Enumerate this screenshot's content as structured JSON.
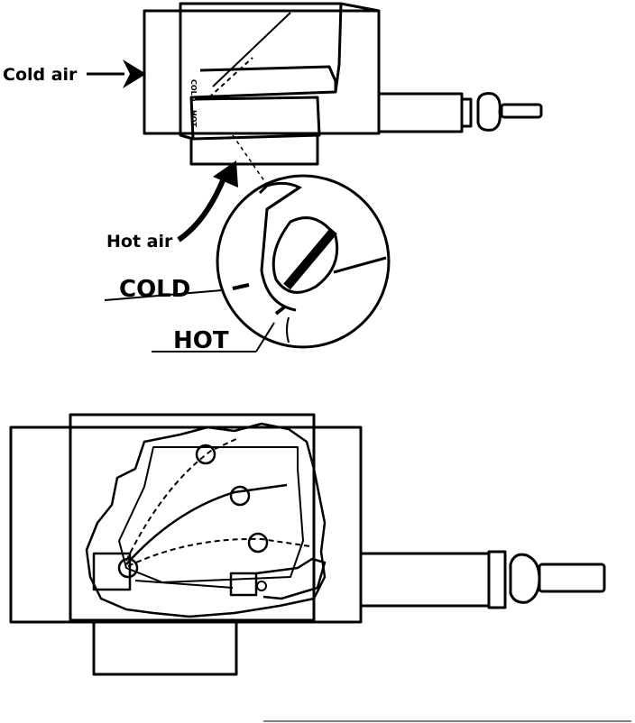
{
  "top_figure": {
    "labels": {
      "cold_air": "Cold air",
      "hot_air": "Hot air",
      "cold": "COLD",
      "hot": "HOT"
    },
    "scale_marks": {
      "cold": "COLD",
      "hot": "HOT"
    }
  },
  "bottom_figure": {}
}
